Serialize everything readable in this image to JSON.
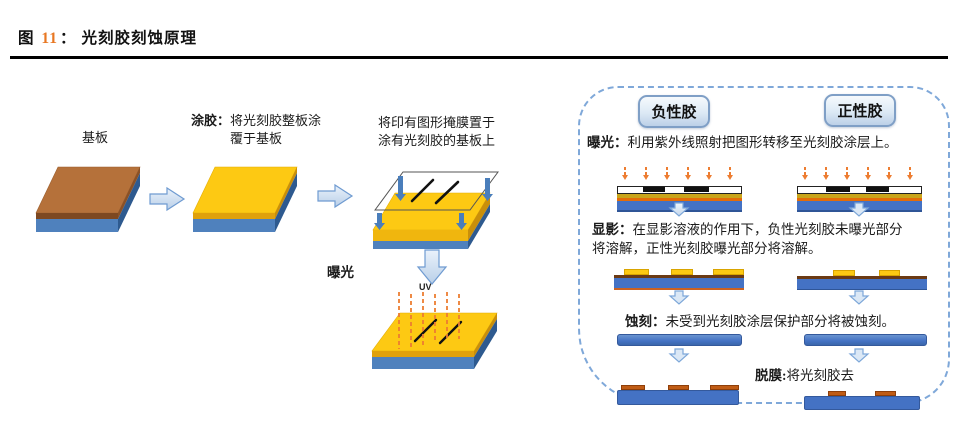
{
  "header": {
    "figure_label": "图",
    "figure_number": "11",
    "separator": "：",
    "title": "光刻胶刻蚀原理"
  },
  "left_flow": {
    "substrate_label": "基板",
    "coating_term": "涂胶：",
    "coating_text_line1": "将光刻胶整板涂",
    "coating_text_line2": "覆于基板",
    "mask_line1": "将印有图形掩膜置于",
    "mask_line2": "涂有光刻胶的基板上",
    "exposure_label": "曝光",
    "uv_label": "UV"
  },
  "panel": {
    "negative_label": "负性胶",
    "positive_label": "正性胶",
    "exposure_term": "曝光：",
    "exposure_text": "利用紫外线照射把图形转移至光刻胶涂层上。",
    "develop_term": "显影：",
    "develop_text": "在显影溶液的作用下，负性光刻胶未曝光部分将溶解，正性光刻胶曝光部分将溶解。",
    "etch_term": "蚀刻：",
    "etch_text": "未受到光刻胶涂层保护部分将被蚀刻。",
    "strip_term": "脱膜:",
    "strip_text": "将光刻胶去"
  },
  "colors": {
    "accent_orange": "#e87722",
    "substrate_brown": "#b5713a",
    "resist_yellow": "#fdc913",
    "base_blue": "#4f81bd",
    "bar_blue": "#4472c4",
    "uv_orange": "#ed7d31",
    "etched_orange": "#c05c15",
    "panel_border_blue": "#7fa8d9"
  }
}
